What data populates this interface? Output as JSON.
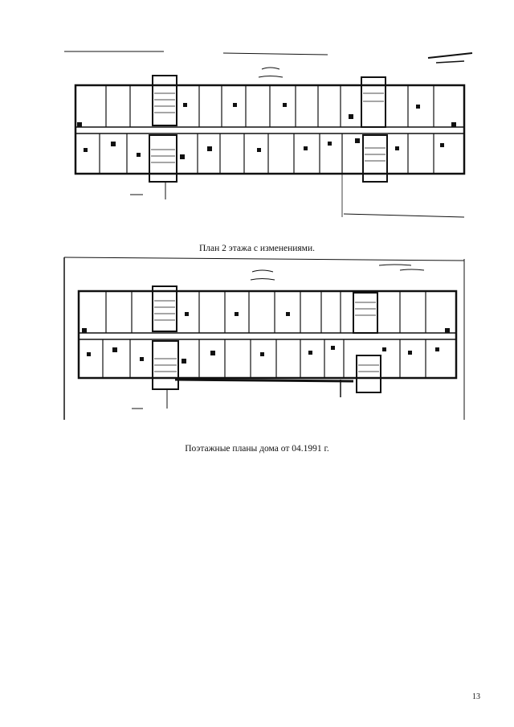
{
  "document": {
    "figures": [
      {
        "caption": "План 2 этажа с изменениями."
      },
      {
        "caption": "Поэтажные планы дома от 04.1991 г."
      }
    ],
    "page_number": "13"
  },
  "colors": {
    "ink": "#111111",
    "paper": "#ffffff"
  }
}
